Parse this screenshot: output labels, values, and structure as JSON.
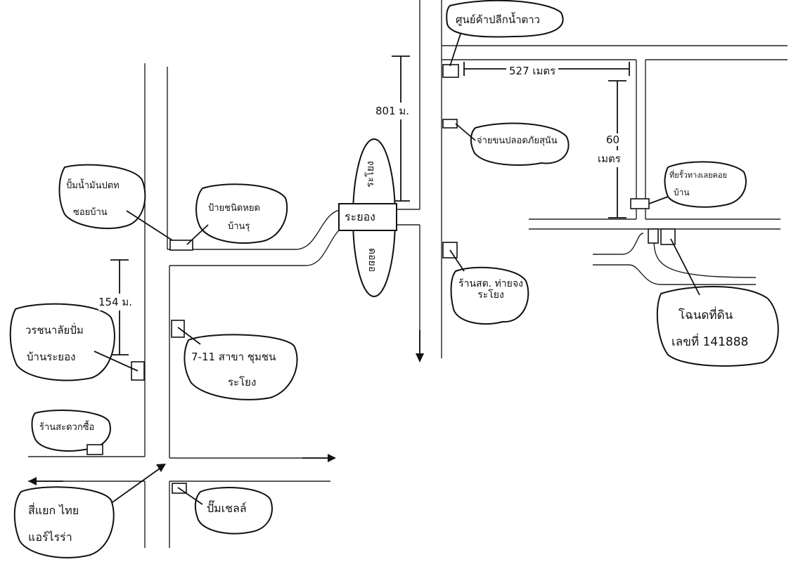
{
  "labels": {
    "shop_top": "ศูนย์ค้าปลีกน้ำตาว",
    "rayong_box": "ระยอง",
    "road_north": "ระโยง",
    "road_south": "ดอยอ",
    "police": "จ่ายขนปลอดภัยสุนัน",
    "agriculture": "ร้านสต. ท่ายจงระโยง",
    "land_office_1": "โฉนดที่ดิน",
    "land_office_2": "เลขที่ 141888",
    "small_house_1": "ที่ยรั้วทางเลยคอย",
    "small_house_2": "บ้าน",
    "left_top_1": "ปั้มน้ำมันปตท",
    "left_top_2": "ซอยบ้าน",
    "left_mid_1": "ป้ายชนิดหยด",
    "left_mid_2": "บ้านรุ",
    "seven_1": "7-11 สาขา ชุมชน",
    "seven_2": "ระโยง",
    "school_1": "วรชนาลัยปั่ม",
    "school_2": "บ้านระยอง",
    "shop_bottom": "ร้านสะดวกซื้อ",
    "junction_1": "สี่แยก ไทย",
    "junction_2": "แอร์ไรร่า",
    "gas_station": "ปั๊มเชลล์"
  },
  "distances": {
    "d1": "801 ม.",
    "d2": "527 เมตร",
    "d3_1": "60",
    "d3_2": "เมตร",
    "d4": "154 ม."
  }
}
